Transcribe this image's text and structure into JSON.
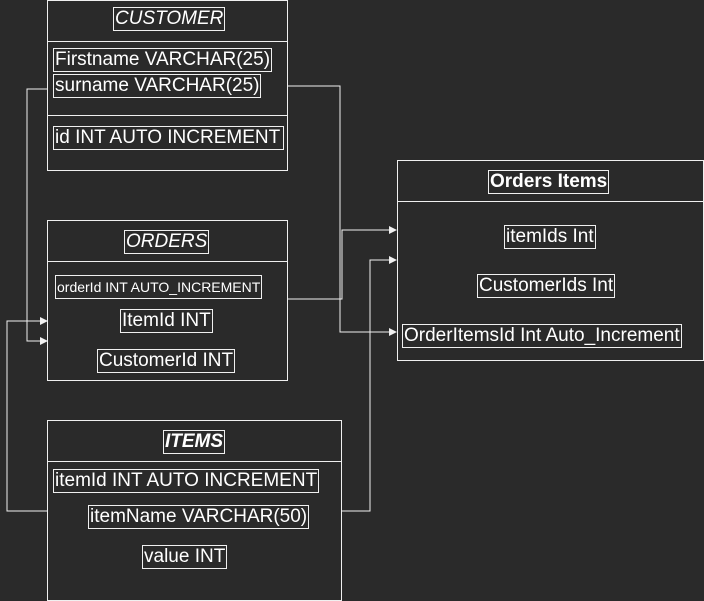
{
  "customer": {
    "title": "CUSTOMER",
    "fields": [
      "Firstname VARCHAR(25)",
      "surname VARCHAR(25)"
    ],
    "key": "id INT AUTO INCREMENT"
  },
  "orders": {
    "title": "ORDERS",
    "fields": [
      "orderId INT AUTO_INCREMENT",
      "ItemId INT",
      "CustomerId INT"
    ]
  },
  "items": {
    "title": "ITEMS",
    "fields": [
      "itemId INT AUTO INCREMENT",
      "itemName VARCHAR(50)",
      "value INT"
    ]
  },
  "order_items": {
    "title": "Orders Items",
    "fields": [
      "itemIds Int",
      "CustomerIds Int",
      "OrderItemsId Int Auto_Increment"
    ]
  },
  "colors": {
    "background": "#2a2a2a",
    "line": "#f0f0f0"
  }
}
